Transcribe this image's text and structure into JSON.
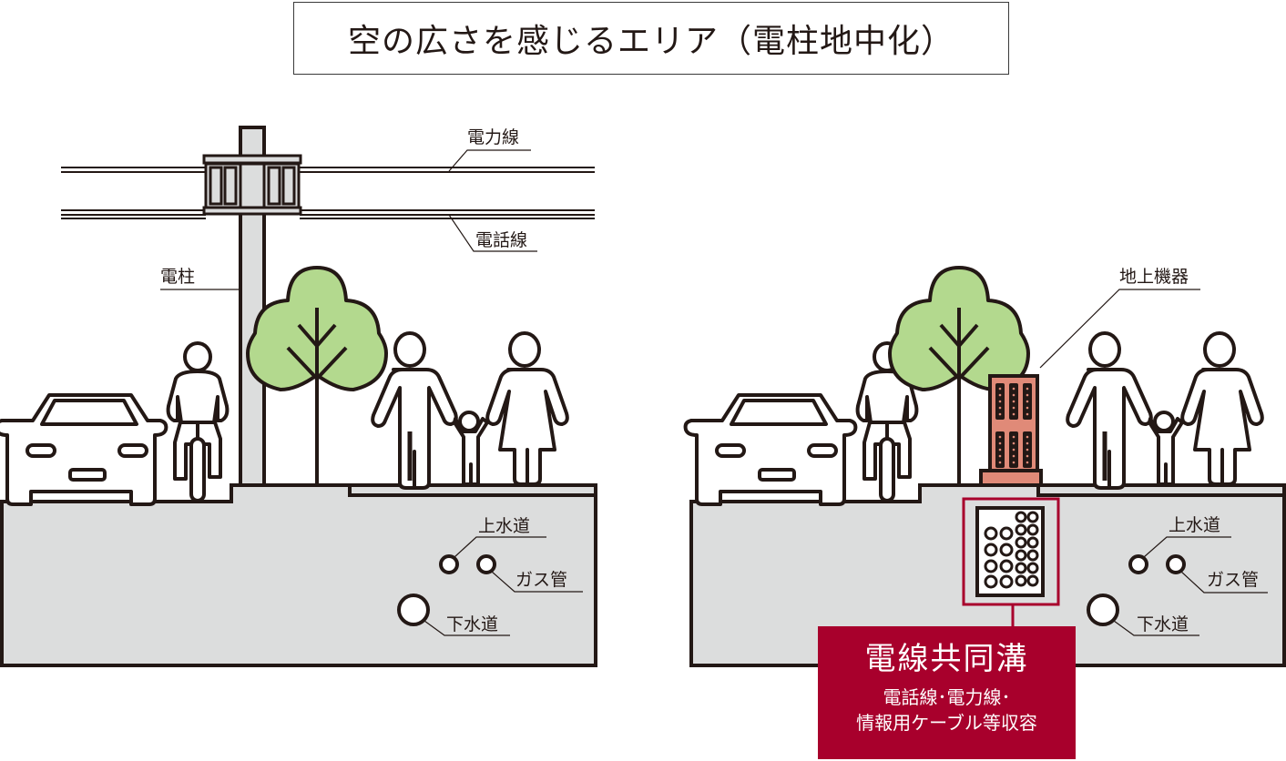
{
  "title": "空の広さを感じるエリア（電柱地中化）",
  "colors": {
    "outline": "#231815",
    "ground_gray": "#dcdddd",
    "tree_green": "#b3d98e",
    "ground_equipment": "#e08a78",
    "accent_red": "#a8002c",
    "white": "#ffffff"
  },
  "left_panel": {
    "description": "Before: overhead utility pole",
    "labels": {
      "power_line": "電力線",
      "phone_line": "電話線",
      "utility_pole": "電柱",
      "water_main": "上水道",
      "gas_pipe": "ガス管",
      "sewer": "下水道"
    },
    "figures": [
      "car",
      "cyclist",
      "utility-pole",
      "tree",
      "man",
      "child",
      "woman"
    ]
  },
  "right_panel": {
    "description": "After: undergrounded cables",
    "labels": {
      "ground_equipment": "地上機器",
      "water_main": "上水道",
      "gas_pipe": "ガス管",
      "sewer": "下水道"
    },
    "figures": [
      "car",
      "cyclist",
      "tree",
      "ground-equipment",
      "man",
      "child",
      "woman"
    ],
    "callout": {
      "title": "電線共同溝",
      "subtitle_line1": "電話線･電力線･",
      "subtitle_line2": "情報用ケーブル等収容"
    }
  }
}
